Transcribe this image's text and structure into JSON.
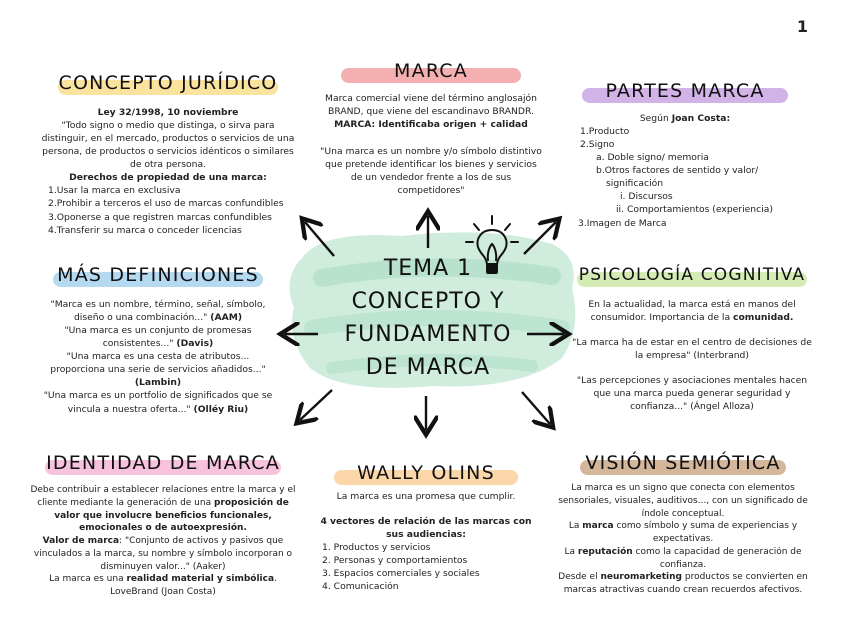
{
  "page_number": "1",
  "colors": {
    "yellow": "#f9dd8e",
    "red": "#f2a2a2",
    "purple": "#c9a6e4",
    "blue": "#a7d2ee",
    "green": "#cde8a6",
    "pink": "#f6b9d6",
    "orange": "#f9cf9a",
    "brown": "#cda98a",
    "mint": "#bfe6d2"
  },
  "center": {
    "line1": "TEMA 1",
    "line2": "CONCEPTO Y",
    "line3": "FUNDAMENTO",
    "line4": "DE MARCA",
    "icon": "lightbulb-icon"
  },
  "juridico": {
    "title": "CONCEPTO JURÍDICO",
    "law": "Ley 32/1998, 10 noviembre",
    "quote": "\"Todo signo o medio que distinga, o sirva para distinguir, en el mercado, productos o servicios de una persona, de productos o servicios idénticos o similares de otra persona.",
    "rights_title": "Derechos de propiedad de una marca:",
    "rights": [
      "1.Usar la marca en exclusiva",
      "2.Prohibir a terceros el uso de marcas confundibles",
      "3.Oponerse a que registren marcas confundibles",
      "4.Transferir su marca o conceder licencias"
    ]
  },
  "marca": {
    "title": "MARCA",
    "text1": "Marca comercial viene del término anglosajón BRAND, que viene del escandinavo BRANDR.",
    "text2": "MARCA: Identificaba origen + calidad",
    "quote": "\"Una marca es un nombre y/o símbolo distintivo que pretende identificar los bienes y servicios de un vendedor frente a los de sus competidores\""
  },
  "partes": {
    "title": "PARTES MARCA",
    "intro_prefix": "Según ",
    "intro_name": "Joan Costa:",
    "items": [
      "1.Producto",
      "2.Signo",
      "a. Doble signo/ memoria",
      "b.Otros factores de sentido y valor/",
      "significación",
      "i. Discursos",
      "ii. Comportamientos (experiencia)",
      "3.Imagen de Marca"
    ]
  },
  "definiciones": {
    "title": "MÁS DEFINICIONES",
    "q1": "\"Marca es un nombre, término, señal, símbolo, diseño o una combinación...\"",
    "a1": "(AAM)",
    "q2": "\"Una marca es un conjunto de promesas consistentes...\"",
    "a2": "(Davis)",
    "q3": "\"Una marca es una cesta de atributos... proporciona una serie de servicios añadidos...\"",
    "a3": "(Lambin)",
    "q4": "\"Una marca es un portfolio de significados que se vincula a nuestra oferta...\"",
    "a4": "(Olléy Riu)"
  },
  "psicologia": {
    "title": "PSICOLOGÍA COGNITIVA",
    "p1": "En la actualidad, la marca está en manos del consumidor. Importancia de la",
    "p1b": "comunidad.",
    "p2": "\"La marca ha de estar en el centro de decisiones de la empresa\" (Interbrand)",
    "p3": "\"Las percepciones y asociaciones mentales hacen que una marca pueda generar seguridad y confianza...\" (Ángel Alloza)"
  },
  "identidad": {
    "title": "IDENTIDAD DE MARCA",
    "p1": "Debe contribuir a establecer relaciones entre la marca y el cliente mediante la generación de una",
    "p1b": "proposición de valor que involucre beneficios funcionales, emocionales o de autoexpresión.",
    "p2a": "Valor de marca",
    "p2": ": \"Conjunto de activos y pasivos que vinculados a la marca, su nombre y símbolo incorporan o disminuyen valor...\" (Aaker)",
    "p3a": "La marca es una",
    "p3b": "realidad material y simbólica",
    "p3c": ".",
    "p4": "LoveBrand (Joan Costa)"
  },
  "wally": {
    "title": "WALLY OLINS",
    "p1": "La marca es una promesa que cumplir.",
    "p2": "4 vectores de relación de las marcas con sus audiencias:",
    "items": [
      "1. Productos y servicios",
      "2. Personas y comportamientos",
      "3. Espacios comerciales y sociales",
      "4. Comunicación"
    ]
  },
  "semiotica": {
    "title": "VISIÓN SEMIÓTICA",
    "p1": "La marca es un signo que conecta con elementos sensoriales, visuales, auditivos..., con un significado de índole conceptual.",
    "p2a": "La",
    "p2b": "marca",
    "p2c": "como símbolo y suma de experiencias y expectativas.",
    "p3a": "La",
    "p3b": "reputación",
    "p3c": "como la capacidad de generación de confianza.",
    "p4a": "Desde el",
    "p4b": "neuromarketing",
    "p4c": "productos se convierten en marcas atractivas cuando crean recuerdos afectivos."
  }
}
